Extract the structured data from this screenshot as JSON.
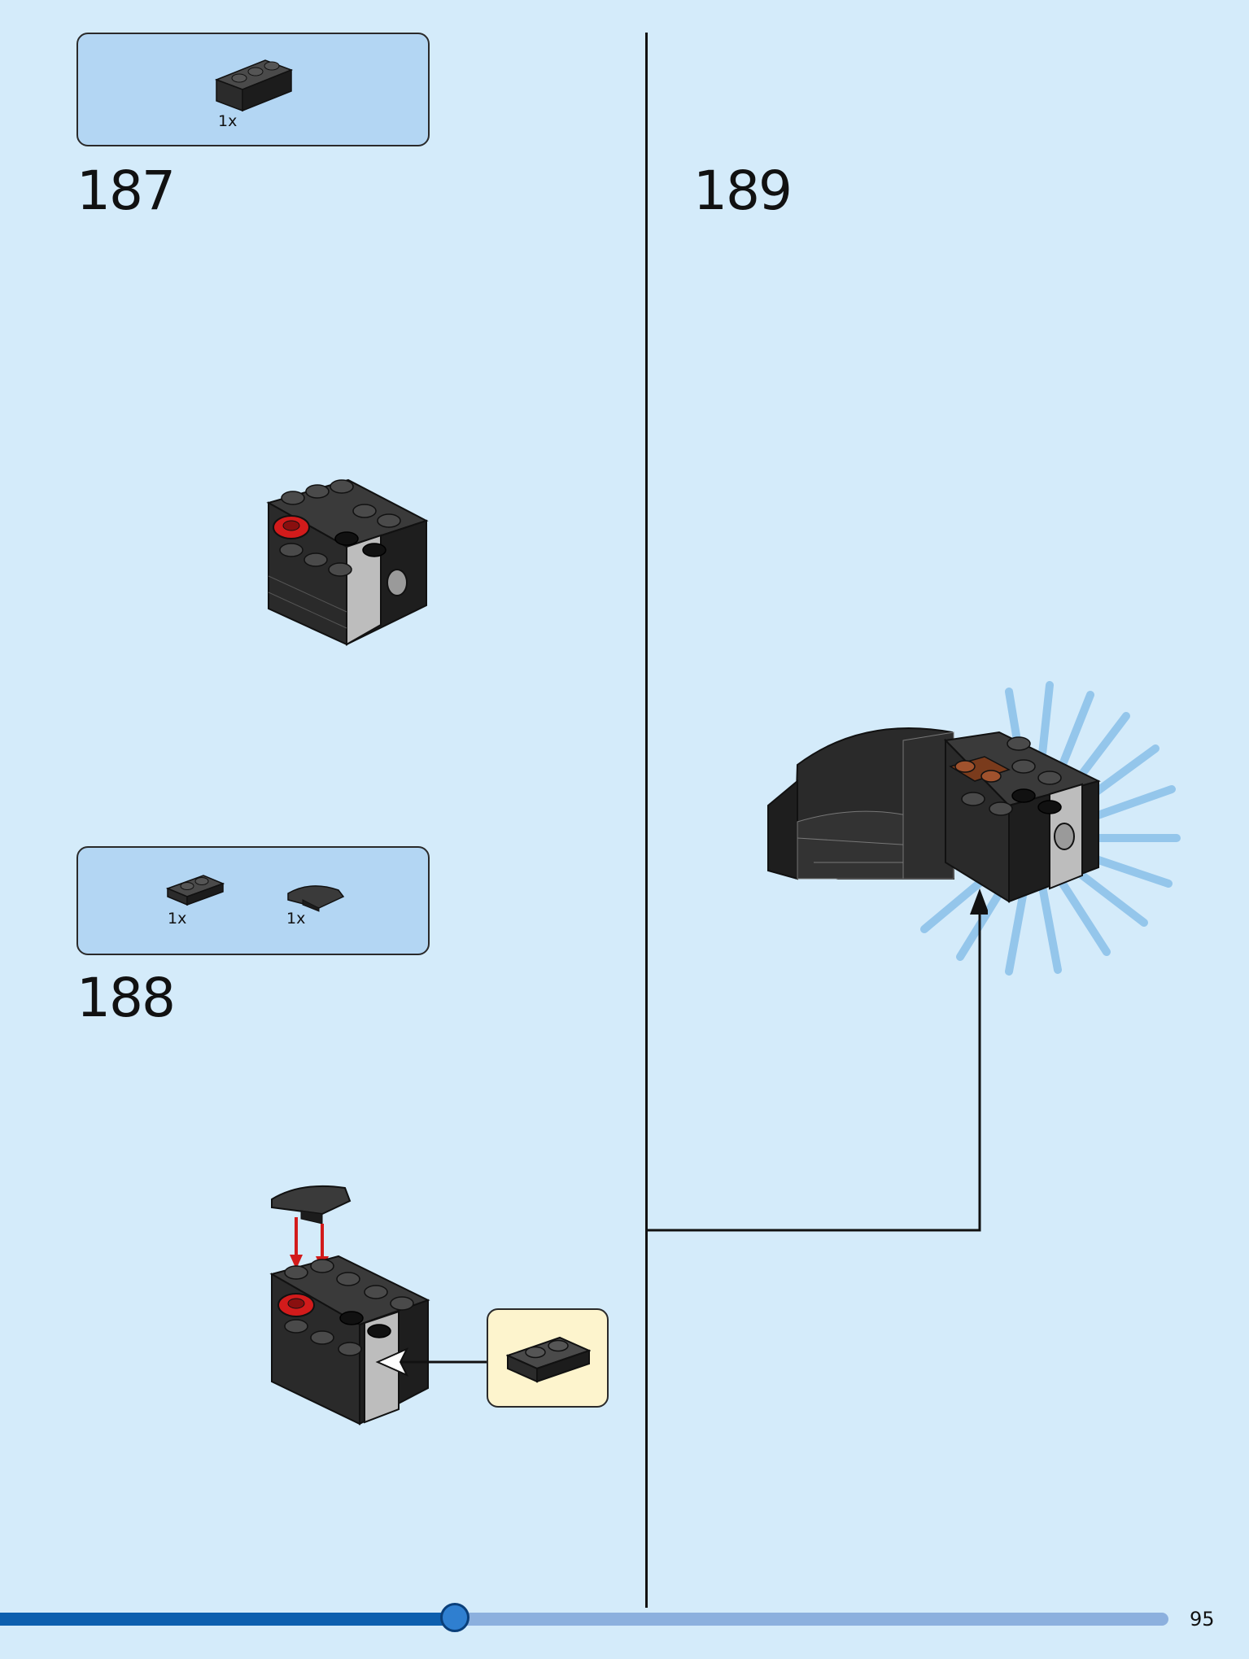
{
  "page": {
    "number": "95",
    "background": "#d4ebfa"
  },
  "steps": [
    {
      "id": "187",
      "number": "187",
      "parts": [
        {
          "qty": "1x",
          "icon": "brick-1x3-black"
        }
      ]
    },
    {
      "id": "188",
      "number": "188",
      "parts": [
        {
          "qty": "1x",
          "icon": "plate-1x2-black"
        },
        {
          "qty": "1x",
          "icon": "curved-slope-1x2-black"
        }
      ],
      "callout_icon": "plate-1x2-black"
    },
    {
      "id": "189",
      "number": "189",
      "parts": []
    }
  ],
  "progress": {
    "fraction": 0.389
  },
  "colors": {
    "brick": "#2b2b2b",
    "accent_red": "#d21b1b",
    "parts_box": "#b3d6f3",
    "callout": "#fdf4cd",
    "progress_fill": "#0d5fae",
    "progress_track": "#8cb0de"
  }
}
